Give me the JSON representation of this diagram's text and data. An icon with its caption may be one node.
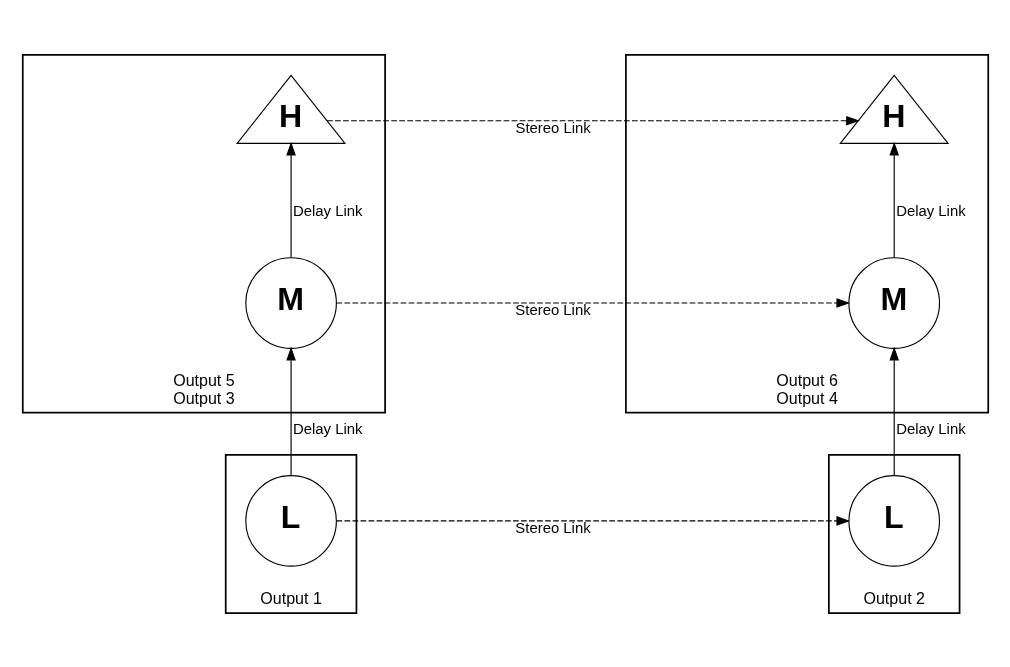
{
  "diagram": {
    "nodes": [
      {
        "text": [
          "Output 5",
          "Output 3"
        ]
      },
      {
        "text": [
          "H"
        ],
        "in": 0
      },
      {
        "text": [
          "M"
        ],
        "in": 0
      },
      {
        "text": [
          "Output 1"
        ]
      },
      {
        "text": [
          "L"
        ],
        "in": 3
      },
      {
        "text": [
          "Output 6",
          "Output 4"
        ]
      },
      {
        "text": [
          "H"
        ],
        "in": 5
      },
      {
        "text": [
          "M"
        ],
        "in": 5
      },
      {
        "text": [
          "Output 2"
        ]
      },
      {
        "text": [
          "L"
        ],
        "in": 8
      }
    ],
    "edges": [
      {
        "from": 1,
        "to": 6,
        "arrow": "to",
        "label": "Stereo Link",
        "style": "dashed"
      },
      {
        "from": 2,
        "to": 7,
        "arrow": "to",
        "label": "Stereo Link",
        "style": "dashed"
      },
      {
        "from": 4,
        "to": 9,
        "arrow": "to",
        "label": "Stereo Link",
        "style": "dashed"
      },
      {
        "from": 2,
        "to": 1,
        "arrow": "to",
        "label": "Delay Link"
      },
      {
        "from": 4,
        "to": 2,
        "arrow": "to",
        "label": "Delay Link"
      },
      {
        "from": 7,
        "to": 6,
        "arrow": "to",
        "label": "Delay Link"
      },
      {
        "from": 9,
        "to": 7,
        "arrow": "to",
        "label": "Delay Link"
      }
    ]
  }
}
